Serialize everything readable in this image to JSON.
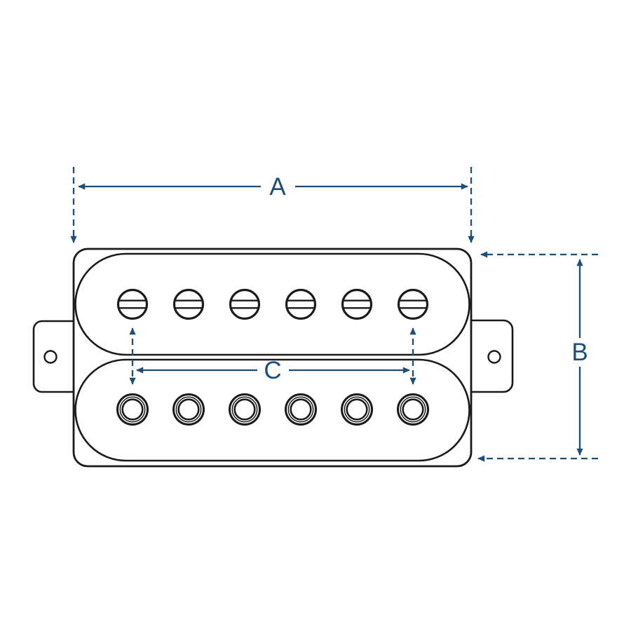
{
  "diagram": {
    "description": "Humbucker guitar pickup top view with dimension callouts",
    "labels": {
      "a": "A",
      "b": "B",
      "c": "C"
    },
    "colors": {
      "dimension_line": "#1d4e79",
      "outline": "#1a1a1a",
      "fill": "#ffffff"
    },
    "pickup": {
      "screw_pole_count": 6,
      "slug_pole_count": 6,
      "mounting_tab_count": 2,
      "tab_hole_count": 2
    }
  }
}
